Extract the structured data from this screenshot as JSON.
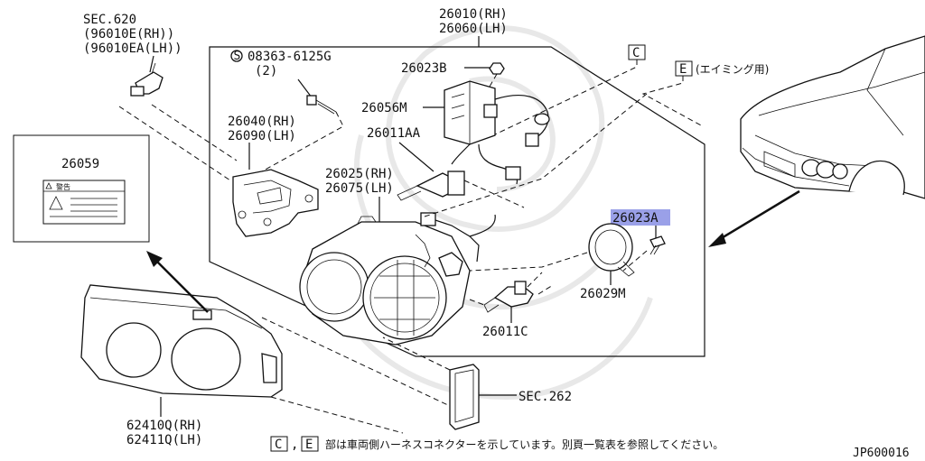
{
  "labels": {
    "sec620": "SEC.620",
    "sec620_rh": "(96010E(RH))",
    "sec620_lh": "(96010EA(LH))",
    "p26059": "26059",
    "screw_code": "08363-6125G",
    "screw_qty": "(2)",
    "screw_circle": "S",
    "p26040": "26040(RH)",
    "p26090": "26090(LH)",
    "p26010": "26010(RH)",
    "p26060": "26060(LH)",
    "conn_c": "C",
    "p26023b": "26023B",
    "p26056m": "26056M",
    "p26011aa": "26011AA",
    "p26025": "26025(RH)",
    "p26075": "26075(LH)",
    "conn_e": "E",
    "conn_e_note": "(エイミング用)",
    "p26023a": "26023A",
    "p26029m": "26029M",
    "p26011c": "26011C",
    "sec262": "SEC.262",
    "p62410q": "62410Q(RH)",
    "p62411q": "62411Q(LH)",
    "footer_c": "C",
    "footer_comma": ",",
    "footer_e": "E",
    "footer_note": "部は車両側ハーネスコネクターを示しています。別頁一覧表を参照してください。",
    "diagram_code": "JP600016",
    "label_warning": "警告"
  },
  "colors": {
    "highlight": "#9aa0e8",
    "ink": "#111111"
  }
}
